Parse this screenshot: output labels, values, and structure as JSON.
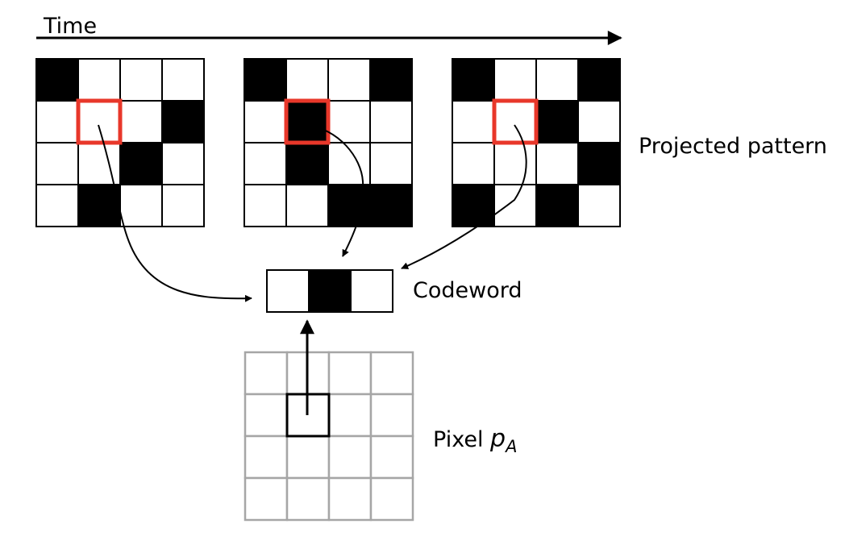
{
  "time_label": "Time",
  "projected_label": "Projected pattern",
  "codeword_label": "Codeword",
  "pixel_label": "Pixel",
  "pixel_symbol": "p",
  "pixel_subscript": "A",
  "colors": {
    "black": "#000000",
    "white": "#ffffff",
    "highlight": "#e8372a",
    "pixel_grid": "#a6a6a6"
  },
  "patterns": [
    {
      "cells": [
        [
          1,
          0,
          0,
          0
        ],
        [
          0,
          0,
          0,
          1
        ],
        [
          0,
          0,
          1,
          0
        ],
        [
          0,
          1,
          0,
          0
        ]
      ],
      "highlight": [
        1,
        1
      ]
    },
    {
      "cells": [
        [
          1,
          0,
          0,
          1
        ],
        [
          0,
          1,
          0,
          0
        ],
        [
          0,
          1,
          0,
          0
        ],
        [
          0,
          0,
          1,
          1
        ]
      ],
      "highlight": [
        1,
        1
      ]
    },
    {
      "cells": [
        [
          1,
          0,
          0,
          1
        ],
        [
          0,
          0,
          1,
          0
        ],
        [
          0,
          0,
          0,
          1
        ],
        [
          1,
          0,
          1,
          0
        ]
      ],
      "highlight": [
        1,
        1
      ]
    }
  ],
  "codeword": [
    0,
    1,
    0
  ],
  "pixel_grid": {
    "rows": 4,
    "cols": 4,
    "highlight": [
      1,
      1
    ]
  }
}
